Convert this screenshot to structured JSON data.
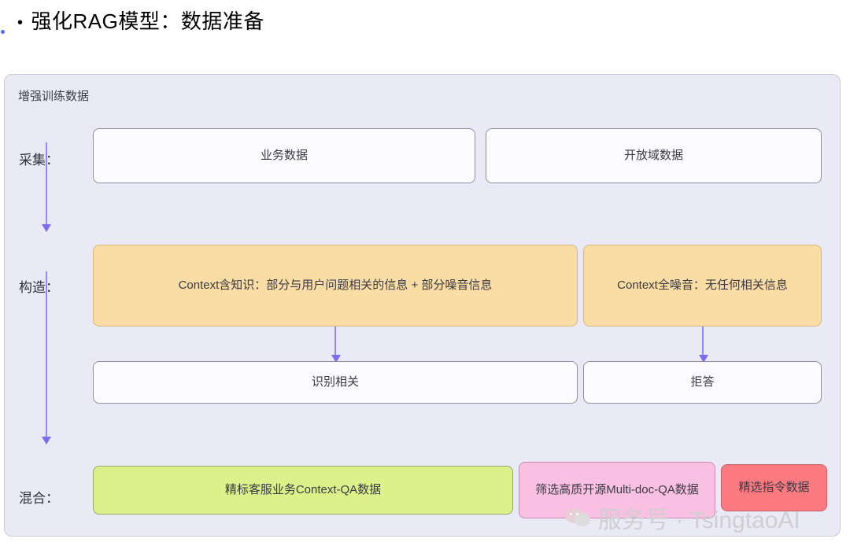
{
  "slide": {
    "bullet": "•",
    "title": "强化RAG模型：数据准备"
  },
  "diagram": {
    "title": "增强训练数据",
    "stages": [
      {
        "label": "采集："
      },
      {
        "label": "构造："
      },
      {
        "label": "混合："
      }
    ],
    "collect_row": [
      {
        "text": "业务数据"
      },
      {
        "text": "开放域数据"
      }
    ],
    "construct_row": [
      {
        "text": "Context含知识：部分与用户问题相关的信息 + 部分噪音信息"
      },
      {
        "text": "Context全噪音：无任何相关信息"
      }
    ],
    "outcome_row": [
      {
        "text": "识别相关"
      },
      {
        "text": "拒答"
      }
    ],
    "mix_row": [
      {
        "text": "精标客服业务Context-QA数据"
      },
      {
        "text": "筛选高质开源Multi-doc-QA数据"
      },
      {
        "text": "精选指令数据"
      }
    ]
  },
  "watermark": {
    "text": "服务号 · TsingtaoAI"
  },
  "colors": {
    "container_bg": "#eaeaf7",
    "container_border": "#c9c9d8",
    "orange": "#fadca5",
    "green": "#ddf08a",
    "pink": "#f9c0e4",
    "red": "#fb7a7f",
    "arrow": "#7b6cf6",
    "plain_bg": "#fbfbfd",
    "title_dot": "#4a6cf7"
  }
}
